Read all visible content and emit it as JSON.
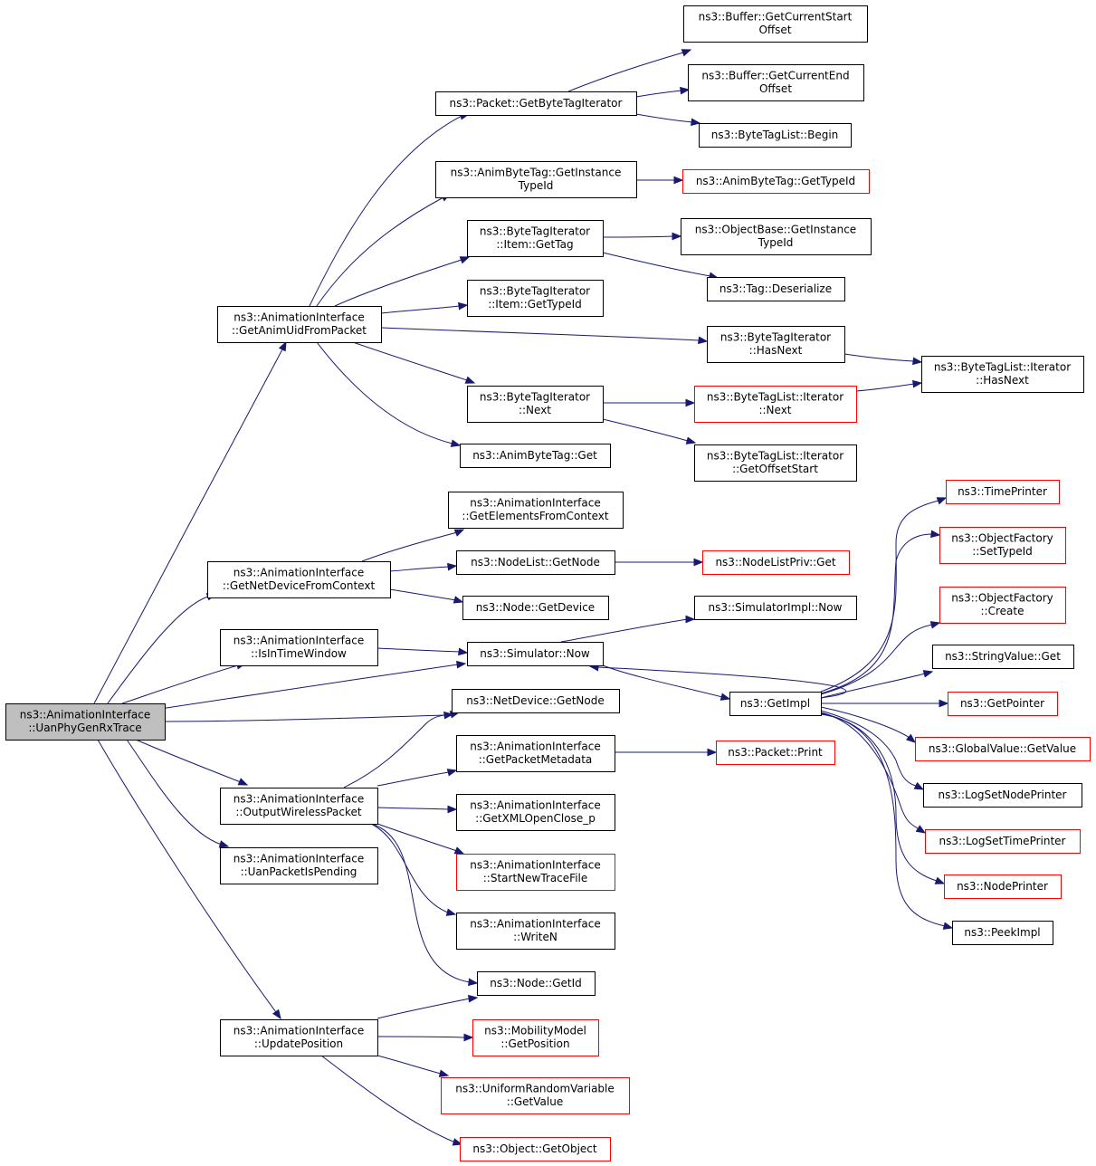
{
  "graph": {
    "title": "",
    "colors": {
      "edge": "#191970",
      "border_normal": "#000000",
      "border_truncated": "#ff0000",
      "root_fill": "#bfbfbf",
      "node_fill": "#ffffff"
    },
    "nodes": [
      {
        "id": "root",
        "lines": [
          "ns3::AnimationInterface",
          "::UanPhyGenRxTrace"
        ],
        "style": "root"
      },
      {
        "id": "getAnimUid",
        "lines": [
          "ns3::AnimationInterface",
          "::GetAnimUidFromPacket"
        ],
        "style": "normal"
      },
      {
        "id": "getNetDevice",
        "lines": [
          "ns3::AnimationInterface",
          "::GetNetDeviceFromContext"
        ],
        "style": "normal"
      },
      {
        "id": "isInTimeWindow",
        "lines": [
          "ns3::AnimationInterface",
          "::IsInTimeWindow"
        ],
        "style": "normal"
      },
      {
        "id": "outputWireless",
        "lines": [
          "ns3::AnimationInterface",
          "::OutputWirelessPacket"
        ],
        "style": "normal"
      },
      {
        "id": "uanPacketPending",
        "lines": [
          "ns3::AnimationInterface",
          "::UanPacketIsPending"
        ],
        "style": "normal"
      },
      {
        "id": "updatePosition",
        "lines": [
          "ns3::AnimationInterface",
          "::UpdatePosition"
        ],
        "style": "normal"
      },
      {
        "id": "packetGetByteTagIter",
        "lines": [
          "ns3::Packet::GetByteTagIterator"
        ],
        "style": "normal"
      },
      {
        "id": "animByteTagGetInstTypeId",
        "lines": [
          "ns3::AnimByteTag::GetInstance",
          "TypeId"
        ],
        "style": "normal"
      },
      {
        "id": "btiItemGetTag",
        "lines": [
          "ns3::ByteTagIterator",
          "::Item::GetTag"
        ],
        "style": "normal"
      },
      {
        "id": "btiItemGetTypeId",
        "lines": [
          "ns3::ByteTagIterator",
          "::Item::GetTypeId"
        ],
        "style": "normal"
      },
      {
        "id": "btiNext",
        "lines": [
          "ns3::ByteTagIterator",
          "::Next"
        ],
        "style": "normal"
      },
      {
        "id": "animByteTagGet",
        "lines": [
          "ns3::AnimByteTag::Get"
        ],
        "style": "normal"
      },
      {
        "id": "bufGetStart",
        "lines": [
          "ns3::Buffer::GetCurrentStart",
          "Offset"
        ],
        "style": "normal"
      },
      {
        "id": "bufGetEnd",
        "lines": [
          "ns3::Buffer::GetCurrentEnd",
          "Offset"
        ],
        "style": "normal"
      },
      {
        "id": "btlBegin",
        "lines": [
          "ns3::ByteTagList::Begin"
        ],
        "style": "normal"
      },
      {
        "id": "animByteTagGetTypeId",
        "lines": [
          "ns3::AnimByteTag::GetTypeId"
        ],
        "style": "truncated"
      },
      {
        "id": "objBaseGetInst",
        "lines": [
          "ns3::ObjectBase::GetInstance",
          "TypeId"
        ],
        "style": "normal"
      },
      {
        "id": "tagDeserialize",
        "lines": [
          "ns3::Tag::Deserialize"
        ],
        "style": "normal"
      },
      {
        "id": "btiHasNext",
        "lines": [
          "ns3::ByteTagIterator",
          "::HasNext"
        ],
        "style": "normal"
      },
      {
        "id": "btlIterHasNext",
        "lines": [
          "ns3::ByteTagList::Iterator",
          "::HasNext"
        ],
        "style": "normal"
      },
      {
        "id": "btlIterNext",
        "lines": [
          "ns3::ByteTagList::Iterator",
          "::Next"
        ],
        "style": "truncated"
      },
      {
        "id": "btlIterGetOffStart",
        "lines": [
          "ns3::ByteTagList::Iterator",
          "::GetOffsetStart"
        ],
        "style": "normal"
      },
      {
        "id": "getElements",
        "lines": [
          "ns3::AnimationInterface",
          "::GetElementsFromContext"
        ],
        "style": "normal"
      },
      {
        "id": "nodeListGetNode",
        "lines": [
          "ns3::NodeList::GetNode"
        ],
        "style": "normal"
      },
      {
        "id": "nodeListPrivGet",
        "lines": [
          "ns3::NodeListPriv::Get"
        ],
        "style": "truncated"
      },
      {
        "id": "nodeGetDevice",
        "lines": [
          "ns3::Node::GetDevice"
        ],
        "style": "normal"
      },
      {
        "id": "simImplNow",
        "lines": [
          "ns3::SimulatorImpl::Now"
        ],
        "style": "normal"
      },
      {
        "id": "simNow",
        "lines": [
          "ns3::Simulator::Now"
        ],
        "style": "normal"
      },
      {
        "id": "netDevGetNode",
        "lines": [
          "ns3::NetDevice::GetNode"
        ],
        "style": "normal"
      },
      {
        "id": "getPacketMeta",
        "lines": [
          "ns3::AnimationInterface",
          "::GetPacketMetadata"
        ],
        "style": "normal"
      },
      {
        "id": "packetPrint",
        "lines": [
          "ns3::Packet::Print"
        ],
        "style": "truncated"
      },
      {
        "id": "getXml",
        "lines": [
          "ns3::AnimationInterface",
          "::GetXMLOpenClose_p"
        ],
        "style": "normal"
      },
      {
        "id": "startNewTrace",
        "lines": [
          "ns3::AnimationInterface",
          "::StartNewTraceFile"
        ],
        "style": "truncated"
      },
      {
        "id": "writeN",
        "lines": [
          "ns3::AnimationInterface",
          "::WriteN"
        ],
        "style": "normal"
      },
      {
        "id": "nodeGetId",
        "lines": [
          "ns3::Node::GetId"
        ],
        "style": "normal"
      },
      {
        "id": "mobilityGetPos",
        "lines": [
          "ns3::MobilityModel",
          "::GetPosition"
        ],
        "style": "truncated"
      },
      {
        "id": "uniformGetValue",
        "lines": [
          "ns3::UniformRandomVariable",
          "::GetValue"
        ],
        "style": "truncated"
      },
      {
        "id": "objectGetObject",
        "lines": [
          "ns3::Object::GetObject"
        ],
        "style": "truncated"
      },
      {
        "id": "getImpl",
        "lines": [
          "ns3::GetImpl"
        ],
        "style": "normal"
      },
      {
        "id": "timePrinter",
        "lines": [
          "ns3::TimePrinter"
        ],
        "style": "truncated"
      },
      {
        "id": "objFactSetTypeId",
        "lines": [
          "ns3::ObjectFactory",
          "::SetTypeId"
        ],
        "style": "truncated"
      },
      {
        "id": "objFactCreate",
        "lines": [
          "ns3::ObjectFactory",
          "::Create"
        ],
        "style": "truncated"
      },
      {
        "id": "stringValueGet",
        "lines": [
          "ns3::StringValue::Get"
        ],
        "style": "normal"
      },
      {
        "id": "getPointer",
        "lines": [
          "ns3::GetPointer"
        ],
        "style": "truncated"
      },
      {
        "id": "globalValueGetValue",
        "lines": [
          "ns3::GlobalValue::GetValue"
        ],
        "style": "truncated"
      },
      {
        "id": "logSetNodePrinter",
        "lines": [
          "ns3::LogSetNodePrinter"
        ],
        "style": "normal"
      },
      {
        "id": "logSetTimePrinter",
        "lines": [
          "ns3::LogSetTimePrinter"
        ],
        "style": "truncated"
      },
      {
        "id": "nodePrinter",
        "lines": [
          "ns3::NodePrinter"
        ],
        "style": "truncated"
      },
      {
        "id": "peekImpl",
        "lines": [
          "ns3::PeekImpl"
        ],
        "style": "normal"
      }
    ]
  }
}
